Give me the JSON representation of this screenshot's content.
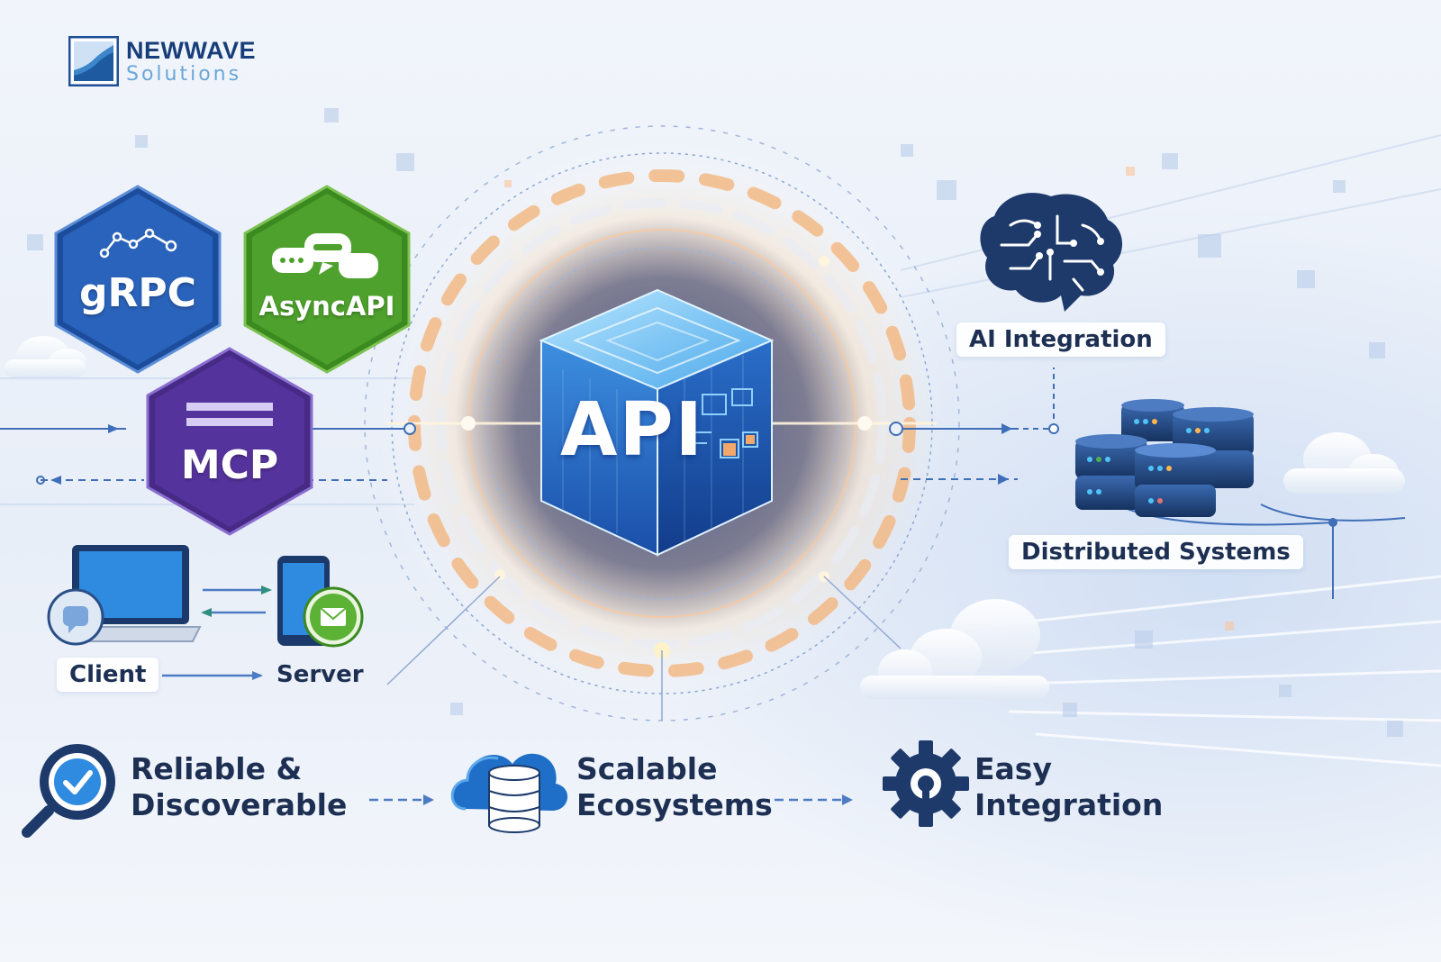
{
  "brand": {
    "name": "NEWWAVE",
    "sub": "Solutions"
  },
  "protocols": [
    {
      "label": "gRPC",
      "color": "#1f5fb8",
      "icon": "graph-icon"
    },
    {
      "label": "AsyncAPI",
      "color": "#4ea12d",
      "icon": "chat-bubbles-icon"
    },
    {
      "label": "MCP",
      "color": "#55339c",
      "icon": "menu-lines-icon"
    }
  ],
  "client_server": {
    "client_label": "Client",
    "server_label": "Server"
  },
  "center": {
    "label": "API"
  },
  "right": {
    "ai_label": "AI Integration",
    "distributed_label": "Distributed Systems"
  },
  "features": [
    {
      "line1": "Reliable &",
      "line2": "Discoverable",
      "icon": "magnifier-check-icon"
    },
    {
      "line1": "Scalable",
      "line2": "Ecosystems",
      "icon": "cloud-database-icon"
    },
    {
      "line1": "Easy",
      "line2": "Integration",
      "icon": "gear-icon"
    }
  ]
}
